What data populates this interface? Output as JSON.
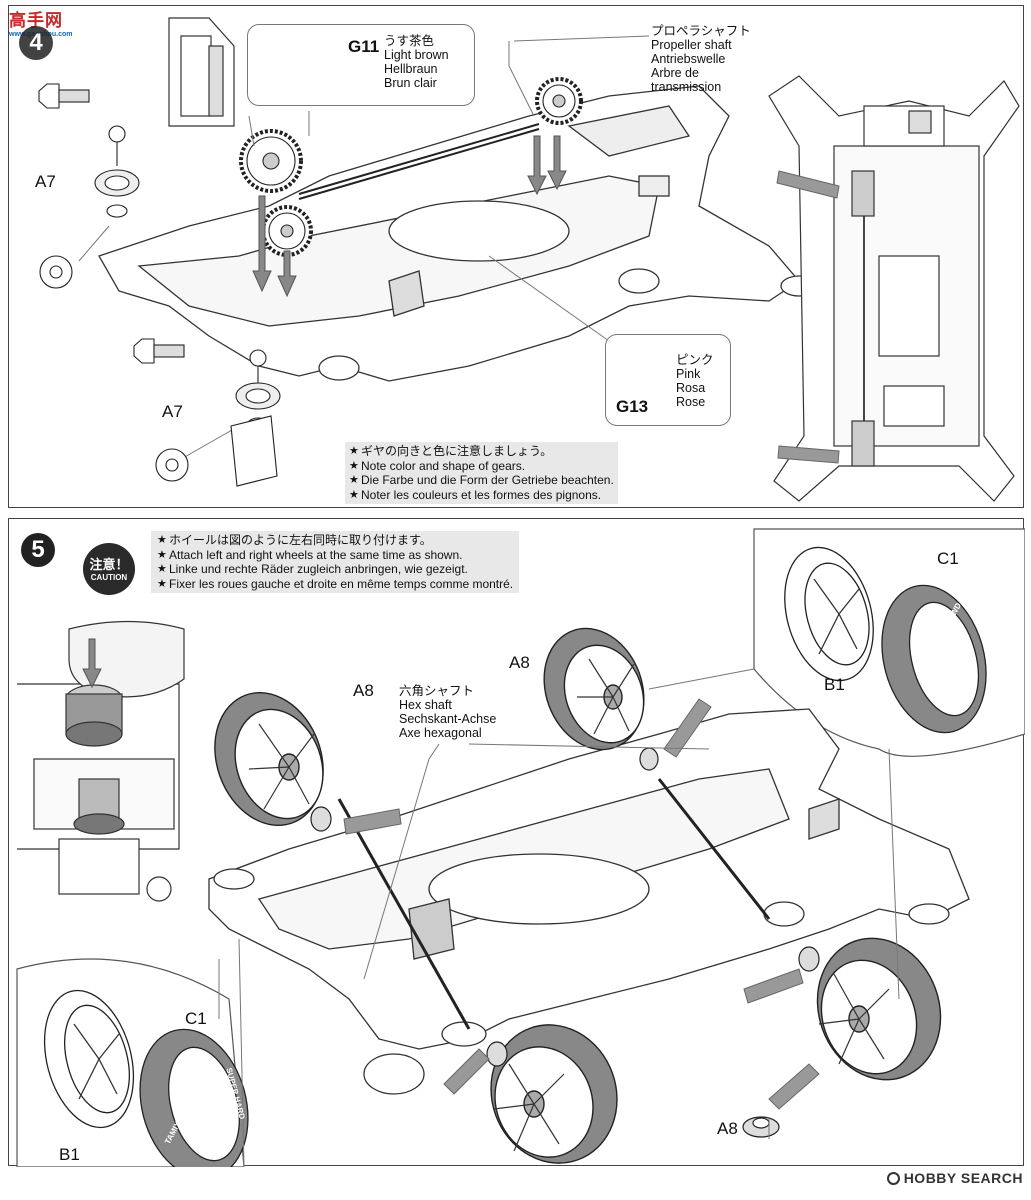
{
  "watermark_top": {
    "main": "高手网",
    "sub": "www.gaoshou.com"
  },
  "step4": {
    "number": "4",
    "g11": {
      "part": "G11",
      "lines": [
        "うす茶色",
        "Light brown",
        "Hellbraun",
        "Brun clair"
      ]
    },
    "shaft": {
      "lines": [
        "プロペラシャフト",
        "Propeller shaft",
        "Antriebswelle",
        "Arbre de",
        "transmission"
      ]
    },
    "g13": {
      "part": "G13",
      "lines": [
        "ピンク",
        "Pink",
        "Rosa",
        "Rose"
      ]
    },
    "a7_top": "A7",
    "a7_bottom": "A7",
    "notes": [
      "ギヤの向きと色に注意しましょう。",
      "Note color and shape of gears.",
      "Die Farbe und die Form der Getriebe beachten.",
      "Noter les couleurs et les formes des pignons."
    ]
  },
  "step5": {
    "number": "5",
    "caution": {
      "jp": "注意！",
      "en": "CAUTION"
    },
    "notes": [
      "ホイールは図のように左右同時に取り付けます。",
      "Attach left and right wheels at the same time as shown.",
      "Linke und rechte Räder zugleich anbringen, wie gezeigt.",
      "Fixer les roues gauche et droite en même temps comme montré."
    ],
    "hex": {
      "lines": [
        "六角シャフト",
        "Hex shaft",
        "Sechskant-Achse",
        "Axe hexagonal"
      ]
    },
    "a8_left": "A8",
    "a8_top": "A8",
    "a8_bottom": "A8",
    "c1_right": "C1",
    "b1_right": "B1",
    "c1_left": "C1",
    "b1_left": "B1",
    "tire_text": "TAMIYA MINI 4WD",
    "tire_text2": "SUPER HARD"
  },
  "footer": {
    "brand": "HOBBY SEARCH"
  }
}
